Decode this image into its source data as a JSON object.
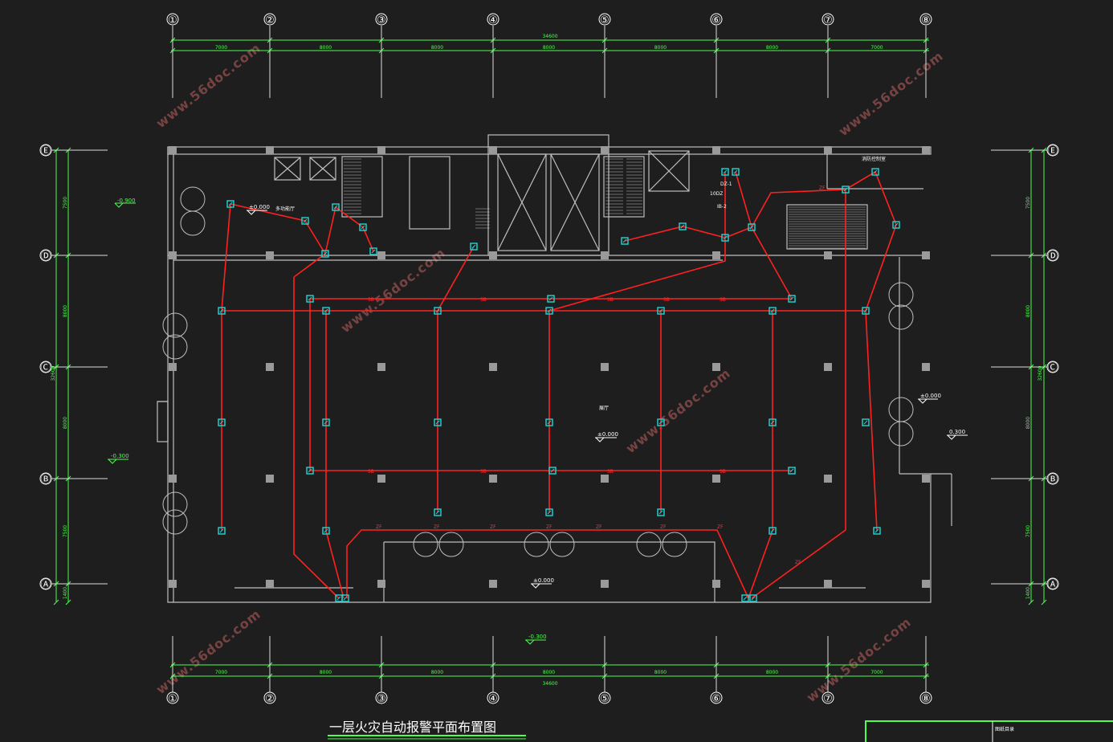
{
  "drawing": {
    "title": "一层火灾自动报警平面布置图",
    "title_block_text": "图纸目录"
  },
  "axes": {
    "vertical": [
      "①",
      "②",
      "③",
      "④",
      "⑤",
      "⑥",
      "⑦",
      "⑧"
    ],
    "horizontal": [
      "Ⓔ",
      "Ⓓ",
      "Ⓒ",
      "Ⓑ",
      "Ⓐ"
    ]
  },
  "dimensions": {
    "top_total": "34600",
    "top_spans": [
      "7000",
      "8000",
      "8000",
      "8000",
      "8000",
      "8000",
      "7000"
    ],
    "bottom_total": "34600",
    "bottom_spans": [
      "7000",
      "8000",
      "8000",
      "8000",
      "8000",
      "8000",
      "7000"
    ],
    "left_spans": [
      "7500",
      "8000",
      "8000",
      "7500",
      "1400"
    ],
    "left_total": "32600",
    "right_spans": [
      "7500",
      "8000",
      "8000",
      "7500",
      "1400"
    ],
    "right_total": "32600"
  },
  "levels": {
    "main_floor": "±0.000",
    "exterior_left_top": "-0.900",
    "exterior_left": "-0.300",
    "exterior_right": "0.300",
    "exterior_bottom": "-0.300",
    "right_entry": "±0.000",
    "office": "±0.000",
    "bottom_entry": "±0.000"
  },
  "labels": {
    "room_office": "多功能厅",
    "hall": "展厅",
    "right_room": "消防控制室",
    "panel_label": "DZ-1",
    "panel2_label": "IB-2",
    "panel3_label": "10DZ"
  },
  "wires": {
    "circuit_label": "ZF",
    "branch_label": "SB"
  },
  "watermark": "www.56doc.com",
  "colors": {
    "background": "#1e1e1e",
    "walls": "#bfbfbf",
    "grid": "#4cff4c",
    "alarm_wire": "#ff2020",
    "device": "#22d6d6"
  }
}
